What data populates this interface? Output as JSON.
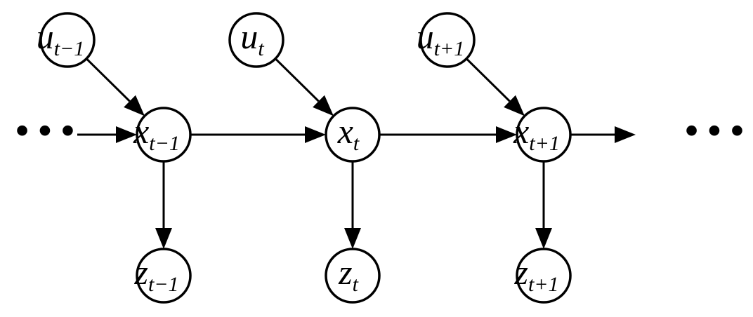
{
  "nodes": [
    {
      "id": "u_prev",
      "var": "u",
      "sub": "t−1"
    },
    {
      "id": "u_curr",
      "var": "u",
      "sub": "t"
    },
    {
      "id": "u_next",
      "var": "u",
      "sub": "t+1"
    },
    {
      "id": "x_prev",
      "var": "x",
      "sub": "t−1"
    },
    {
      "id": "x_curr",
      "var": "x",
      "sub": "t"
    },
    {
      "id": "x_next",
      "var": "x",
      "sub": "t+1"
    },
    {
      "id": "z_prev",
      "var": "z",
      "sub": "t−1"
    },
    {
      "id": "z_curr",
      "var": "z",
      "sub": "t"
    },
    {
      "id": "z_next",
      "var": "z",
      "sub": "t+1"
    }
  ],
  "edges": [
    {
      "from": "ellipsis_left",
      "to": "x_prev"
    },
    {
      "from": "x_prev",
      "to": "x_curr"
    },
    {
      "from": "x_curr",
      "to": "x_next"
    },
    {
      "from": "x_next",
      "to": "ellipsis_right"
    },
    {
      "from": "u_prev",
      "to": "x_prev"
    },
    {
      "from": "u_curr",
      "to": "x_curr"
    },
    {
      "from": "u_next",
      "to": "x_next"
    },
    {
      "from": "x_prev",
      "to": "z_prev"
    },
    {
      "from": "x_curr",
      "to": "z_curr"
    },
    {
      "from": "x_next",
      "to": "z_next"
    }
  ],
  "ellipsis": {
    "left": "• • •",
    "right": "• • •"
  }
}
